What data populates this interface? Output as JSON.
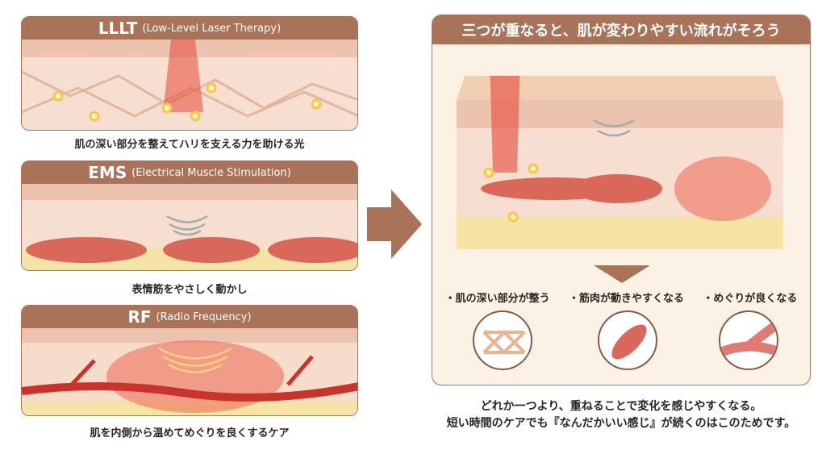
{
  "panels": [
    {
      "title": "LLLT",
      "subtitle": "(Low-Level Laser Therapy)",
      "caption": "肌の深い部分を整えてハリを支える力を助ける光"
    },
    {
      "title": "EMS",
      "subtitle": "(Electrical Muscle Stimulation)",
      "caption": "表情筋をやさしく動かし"
    },
    {
      "title": "RF",
      "subtitle": "(Radio Frequency)",
      "caption": "肌を内側から温めてめぐりを良くするケア"
    }
  ],
  "right": {
    "title": "三つが重なると、肌が変わりやすい流れがそろう",
    "benefits": [
      {
        "label": "・肌の深い部分が整う",
        "icon": "collagen-mesh-icon"
      },
      {
        "label": "・筋肉が動きやすくなる",
        "icon": "muscle-icon"
      },
      {
        "label": "・めぐりが良くなる",
        "icon": "blood-vessel-icon"
      }
    ]
  },
  "footer": {
    "line1": "どれか一つより、重ねることで変化を感じやすくなる。",
    "line2": "短い時間のケアでも『なんだかいい感じ』が続くのはこのためです。"
  },
  "colors": {
    "brand": "#a9735a",
    "skin": "#f5dccb",
    "cream": "#fbf1e4",
    "red": "#e8473a"
  }
}
